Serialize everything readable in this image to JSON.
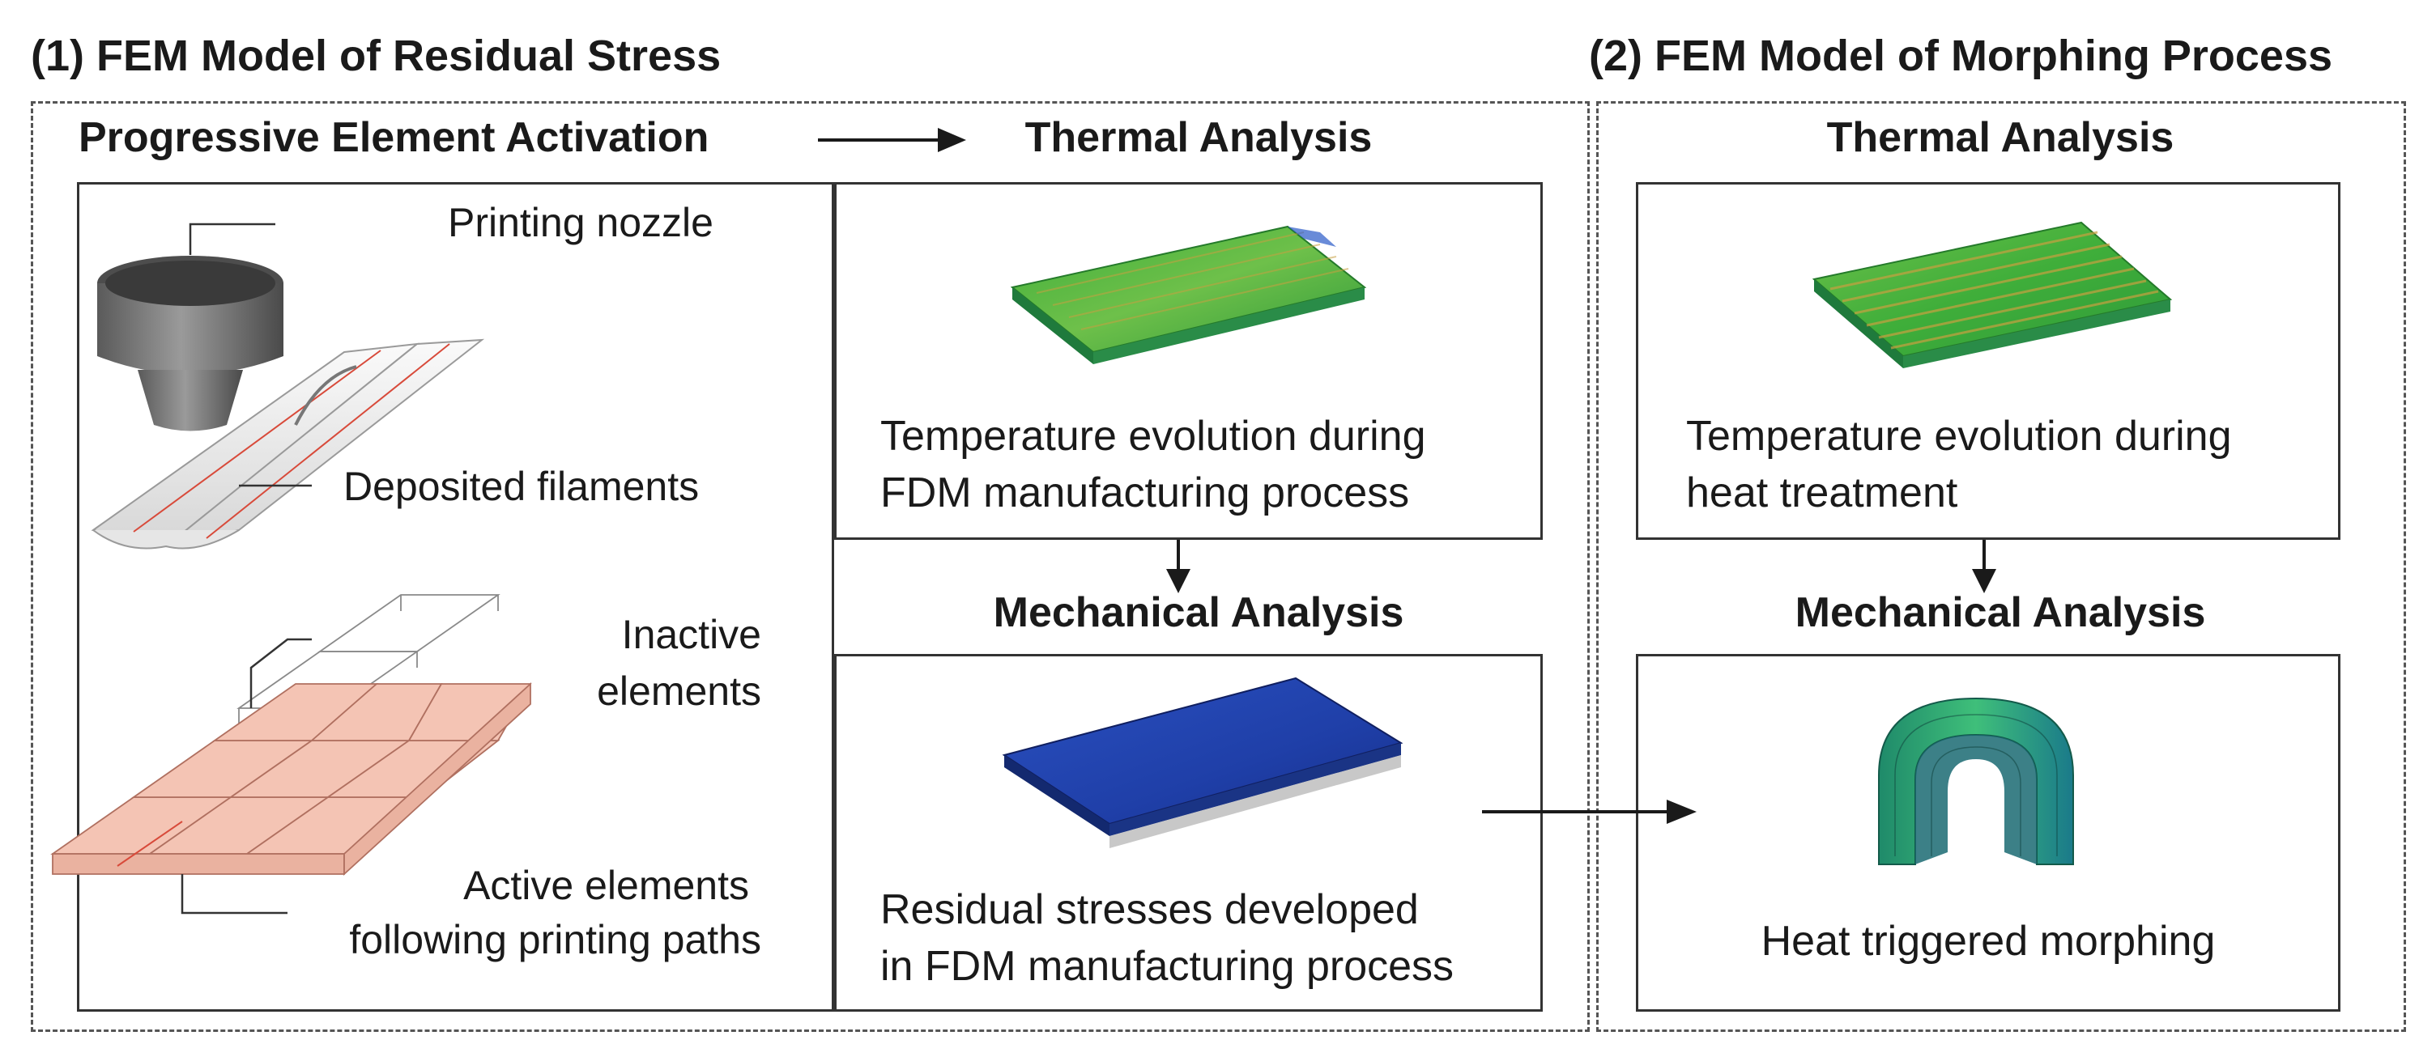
{
  "section1": {
    "title": "(1) FEM Model of Residual Stress",
    "activation_heading": "Progressive Element Activation",
    "thermal_heading": "Thermal Analysis",
    "mechanical_heading": "Mechanical Analysis",
    "labels": {
      "nozzle": "Printing nozzle",
      "deposited": "Deposited filaments",
      "inactive_line1": "Inactive",
      "inactive_line2": "elements",
      "active_line1": "Active elements",
      "active_line2": "following printing paths"
    },
    "thermal_caption_line1": "Temperature evolution during",
    "thermal_caption_line2": "FDM manufacturing process",
    "mechanical_caption_line1": "Residual stresses developed",
    "mechanical_caption_line2": "in FDM manufacturing process"
  },
  "section2": {
    "title": "(2) FEM Model of Morphing Process",
    "thermal_heading": "Thermal Analysis",
    "mechanical_heading": "Mechanical Analysis",
    "thermal_caption_line1": "Temperature evolution during",
    "thermal_caption_line2": "heat treatment",
    "mechanical_caption": "Heat triggered morphing"
  },
  "colors": {
    "thermal_plate": "#3fae3a",
    "stress_plate": "#1f3fa8",
    "active_elements": "#f4c4b4",
    "morph_shell": "#1fa38a"
  }
}
